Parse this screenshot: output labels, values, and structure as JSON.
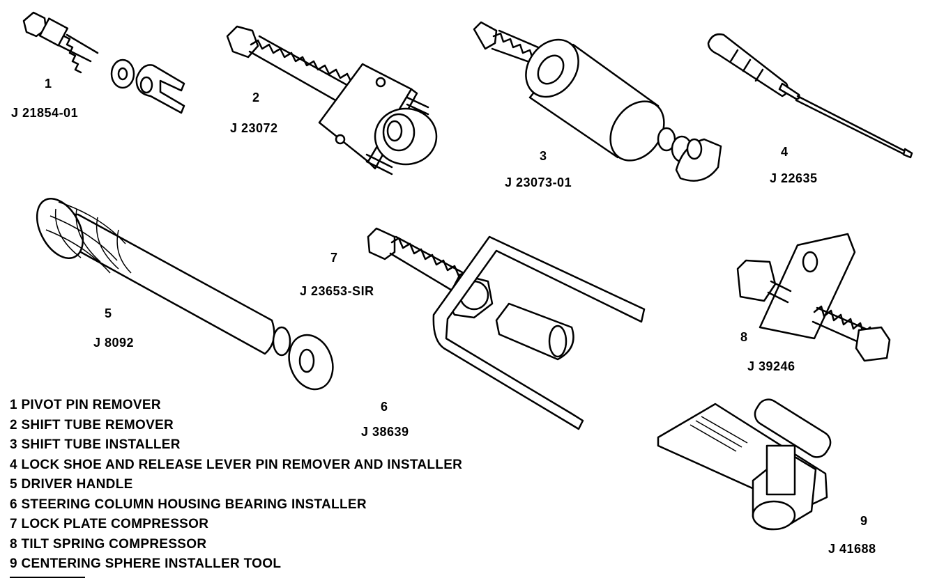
{
  "tools": [
    {
      "number": "1",
      "part": "J 21854-01"
    },
    {
      "number": "2",
      "part": "J 23072"
    },
    {
      "number": "3",
      "part": "J 23073-01"
    },
    {
      "number": "4",
      "part": "J 22635"
    },
    {
      "number": "5",
      "part": "J 8092"
    },
    {
      "number": "6",
      "part": "J 38639"
    },
    {
      "number": "7",
      "part": "J 23653-SIR"
    },
    {
      "number": "8",
      "part": "J 39246"
    },
    {
      "number": "9",
      "part": "J 41688"
    }
  ],
  "legend": [
    "1 PIVOT PIN REMOVER",
    "2 SHIFT TUBE REMOVER",
    "3 SHIFT TUBE INSTALLER",
    "4 LOCK SHOE AND RELEASE LEVER PIN REMOVER AND INSTALLER",
    "5 DRIVER HANDLE",
    "6 STEERING COLUMN HOUSING BEARING INSTALLER",
    "7 LOCK PLATE COMPRESSOR",
    "8 TILT SPRING COMPRESSOR",
    "9 CENTERING SPHERE INSTALLER TOOL"
  ]
}
